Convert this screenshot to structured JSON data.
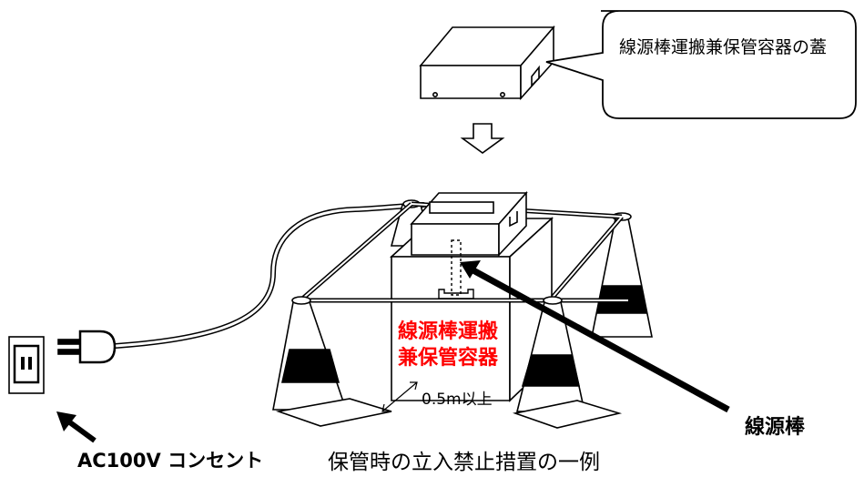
{
  "labels": {
    "lid_callout": "線源棒運搬兼保管容器の蓋",
    "container": "線源棒運搬兼保管容器",
    "distance": "0.5m以上",
    "source_rod": "線源棒",
    "outlet": "AC100V コンセント",
    "caption": "保管時の立入禁止措置の一例"
  },
  "colors": {
    "line": "#000000",
    "label_red": "#ff0000",
    "background": "#ffffff"
  }
}
